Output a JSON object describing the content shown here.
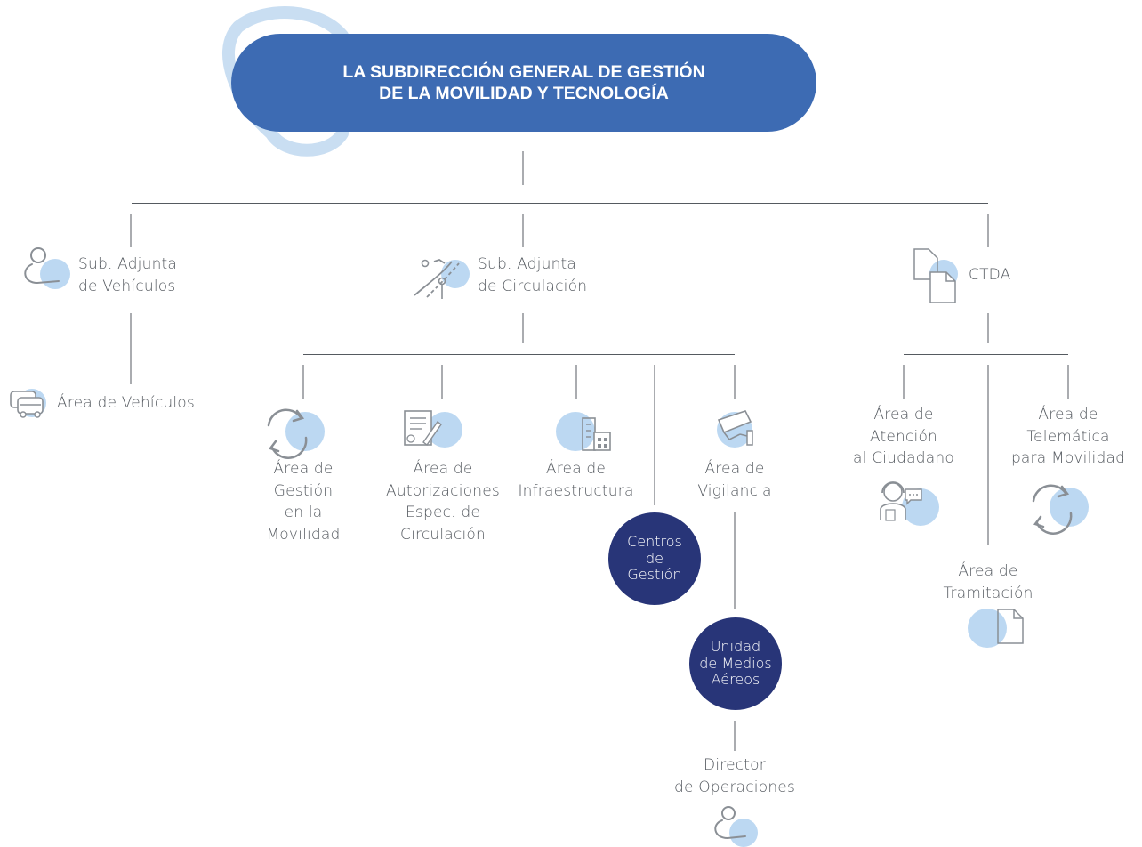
{
  "title": {
    "line1": "LA SUBDIRECCIÓN GENERAL DE GESTIÓN",
    "line2": "DE LA MOVILIDAD Y TECNOLOGÍA"
  },
  "colors": {
    "title_bg": "#3d6bb3",
    "ring": "#c9def2",
    "bubble": "#bcd8f2",
    "dark_circle": "#283578",
    "line": "#555a60",
    "icon_stroke": "#8a8f95"
  },
  "nodes": {
    "sub_vehiculos": {
      "line1": "Sub. Adjunta",
      "line2": "de Vehículos",
      "icon": "person-icon"
    },
    "area_vehiculos": {
      "label": "Área de Vehículos",
      "icon": "vehicles-icon"
    },
    "sub_circulacion": {
      "line1": "Sub. Adjunta",
      "line2": "de Circulación",
      "icon": "road-icon"
    },
    "ctda": {
      "label": "CTDA",
      "icon": "documents-icon"
    },
    "area_gestion": {
      "lines": [
        "Área de",
        "Gestión",
        "en la",
        "Movilidad"
      ],
      "icon": "refresh-icon"
    },
    "area_autorizaciones": {
      "lines": [
        "Área de",
        "Autorizaciones",
        "Espec. de",
        "Circulación"
      ],
      "icon": "form-pen-icon"
    },
    "area_infraestructura": {
      "lines": [
        "Área de",
        "Infraestructura"
      ],
      "icon": "building-icon"
    },
    "centros_gestion": {
      "lines": [
        "Centros",
        "de",
        "Gestión"
      ]
    },
    "area_vigilancia": {
      "lines": [
        "Área de",
        "Vigilancia"
      ],
      "icon": "camera-icon"
    },
    "unidad_medios": {
      "lines": [
        "Unidad",
        "de Medios",
        "Aéreos"
      ]
    },
    "director": {
      "lines": [
        "Director",
        "de Operaciones"
      ],
      "icon": "person-icon"
    },
    "area_atencion": {
      "lines": [
        "Área de",
        "Atención",
        "al Ciudadano"
      ],
      "icon": "support-agent-icon"
    },
    "area_tramitacion": {
      "lines": [
        "Área de",
        "Tramitación"
      ],
      "icon": "document-icon"
    },
    "area_telematica": {
      "lines": [
        "Área de",
        "Telemática",
        "para Movilidad"
      ],
      "icon": "refresh-icon"
    }
  }
}
